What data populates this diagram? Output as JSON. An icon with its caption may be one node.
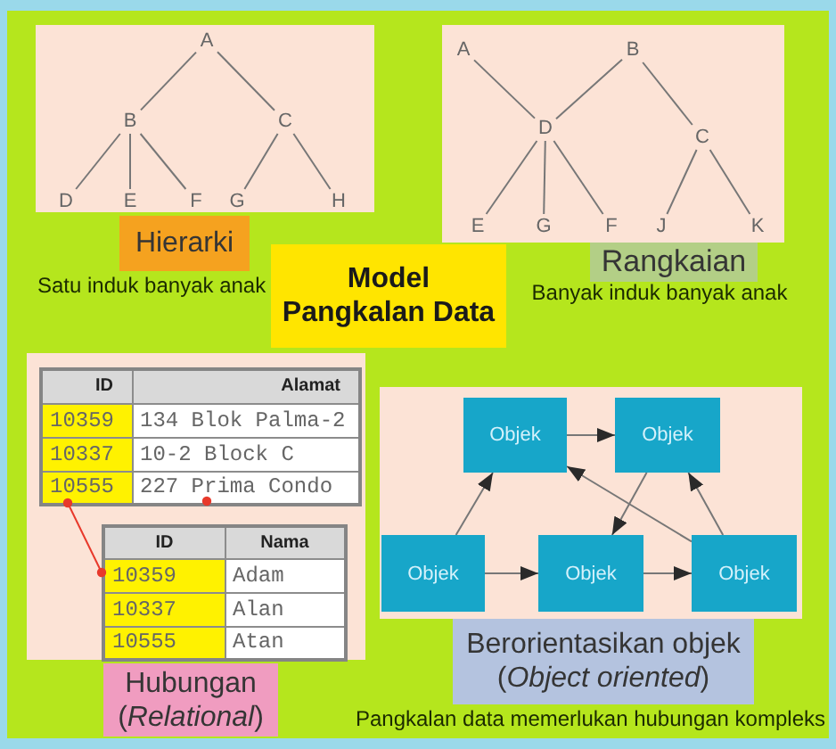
{
  "diagram": {
    "nodes": [
      {
        "text": [],
        "shape": "box"
      },
      {
        "text": [
          "A"
        ],
        "in": 0
      },
      {
        "text": [
          "B"
        ],
        "in": 0
      },
      {
        "text": [
          "C"
        ],
        "in": 0
      },
      {
        "text": [
          "D"
        ],
        "in": 0
      },
      {
        "text": [
          "E"
        ],
        "in": 0
      },
      {
        "text": [
          "F"
        ],
        "in": 0
      },
      {
        "text": [
          "G"
        ],
        "in": 0
      },
      {
        "text": [
          "H"
        ],
        "in": 0
      },
      {
        "text": [],
        "shape": "box"
      },
      {
        "text": [
          "A"
        ],
        "in": 9
      },
      {
        "text": [
          "B"
        ],
        "in": 9
      },
      {
        "text": [
          "D"
        ],
        "in": 9
      },
      {
        "text": [
          "C"
        ],
        "in": 9
      },
      {
        "text": [
          "E"
        ],
        "in": 9
      },
      {
        "text": [
          "G"
        ],
        "in": 9
      },
      {
        "text": [
          "F"
        ],
        "in": 9
      },
      {
        "text": [
          "J"
        ],
        "in": 9
      },
      {
        "text": [
          "K"
        ],
        "in": 9
      },
      {
        "text": [
          "Hierarki"
        ],
        "beside": [
          "Satu induk banyak anak"
        ]
      },
      {
        "text": [
          "Model Pangkalan Data"
        ]
      },
      {
        "text": [
          "Rangkaian"
        ],
        "beside": [
          "Banyak induk banyak anak"
        ]
      },
      {
        "text": [],
        "shape": "box"
      },
      {
        "text": [
          "ID",
          "Alamat",
          "10359",
          "134 Blok Palma-2",
          "10337",
          "10-2 Block C",
          "10555",
          "227 Prima Condo"
        ],
        "in": 22
      },
      {
        "text": [
          "ID",
          "Nama",
          "10359",
          "Adam",
          "10337",
          "Alan",
          "10555",
          "Atan"
        ],
        "in": 22
      },
      {
        "text": [],
        "shape": "box"
      },
      {
        "text": [
          "Objek"
        ],
        "in": 25
      },
      {
        "text": [
          "Objek"
        ],
        "in": 25
      },
      {
        "text": [
          "Objek"
        ],
        "in": 25
      },
      {
        "text": [
          "Objek"
        ],
        "in": 25
      },
      {
        "text": [
          "Objek"
        ],
        "in": 25
      },
      {
        "text": [
          "Hubungan (*Relational*)"
        ]
      },
      {
        "text": [
          "Berorientasikan objek (*Object oriented*)"
        ],
        "beside": [
          "Pangkalan data memerlukan hubungan kompleks"
        ]
      }
    ],
    "edges": [
      {
        "from": 1,
        "to": 2,
        "arrow": "none"
      },
      {
        "from": 1,
        "to": 3,
        "arrow": "none"
      },
      {
        "from": 2,
        "to": 4,
        "arrow": "none"
      },
      {
        "from": 2,
        "to": 5,
        "arrow": "none"
      },
      {
        "from": 2,
        "to": 6,
        "arrow": "none"
      },
      {
        "from": 3,
        "to": 7,
        "arrow": "none"
      },
      {
        "from": 3,
        "to": 8,
        "arrow": "none"
      },
      {
        "from": 10,
        "to": 12,
        "arrow": "none"
      },
      {
        "from": 11,
        "to": 12,
        "arrow": "none"
      },
      {
        "from": 11,
        "to": 13,
        "arrow": "none"
      },
      {
        "from": 12,
        "to": 14,
        "arrow": "none"
      },
      {
        "from": 12,
        "to": 15,
        "arrow": "none"
      },
      {
        "from": 12,
        "to": 16,
        "arrow": "none"
      },
      {
        "from": 13,
        "to": 17,
        "arrow": "none"
      },
      {
        "from": 13,
        "to": 18,
        "arrow": "none"
      },
      {
        "from": 23,
        "to": 24,
        "arrow": "other",
        "color": "#e8392b"
      },
      {
        "from": 26,
        "to": 27,
        "arrow": "to"
      },
      {
        "from": 28,
        "to": 26,
        "arrow": "to"
      },
      {
        "from": 28,
        "to": 29,
        "arrow": "to"
      },
      {
        "from": 29,
        "to": 30,
        "arrow": "to"
      },
      {
        "from": 27,
        "to": 29,
        "arrow": "to"
      },
      {
        "from": 30,
        "to": 26,
        "arrow": "to"
      },
      {
        "from": 30,
        "to": 27,
        "arrow": "to"
      }
    ]
  }
}
